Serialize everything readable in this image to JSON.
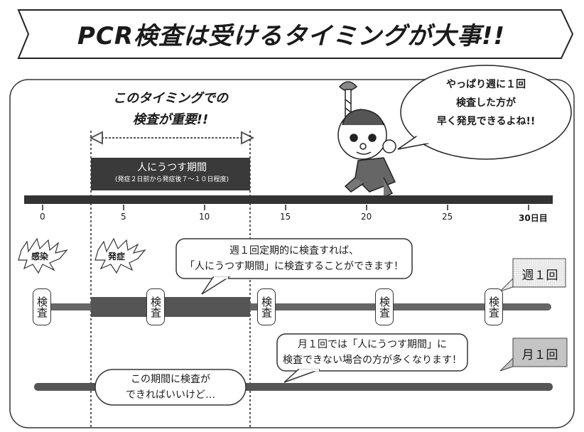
{
  "title": "PCR検査は受けるタイミングが大事!!",
  "mascot_speech": [
    "やっぱり週に１回",
    "検査した方が",
    "早く発見できるよね!!"
  ],
  "timing_caption": [
    "このタイミングでの",
    "検査が重要!!"
  ],
  "infectious_period": {
    "label": "人にうつす期間",
    "sublabel": "(発症２日前から発症後７〜１０日程度)"
  },
  "axis": {
    "ticks": [
      "0",
      "5",
      "10",
      "15",
      "20",
      "25",
      "30日目"
    ]
  },
  "events": {
    "infection": "感染",
    "onset": "発症"
  },
  "test_label": "検査",
  "weekly": {
    "frequency": "週１回",
    "note": [
      "週１回定期的に検査すれば、",
      "「人にうつす期間」に検査することができます！"
    ]
  },
  "monthly": {
    "frequency": "月１回",
    "note": [
      "月１回では「人にうつす期間」に",
      "検査できない場合の方が多くなります！"
    ],
    "bubble": [
      "この期間に検査が",
      "できればいいけど…"
    ]
  },
  "colors": {
    "bar": "#555555",
    "period": "#3a3a3a",
    "freq_box": "#e4e4e4",
    "monthly_box": "#c8c8c8"
  }
}
